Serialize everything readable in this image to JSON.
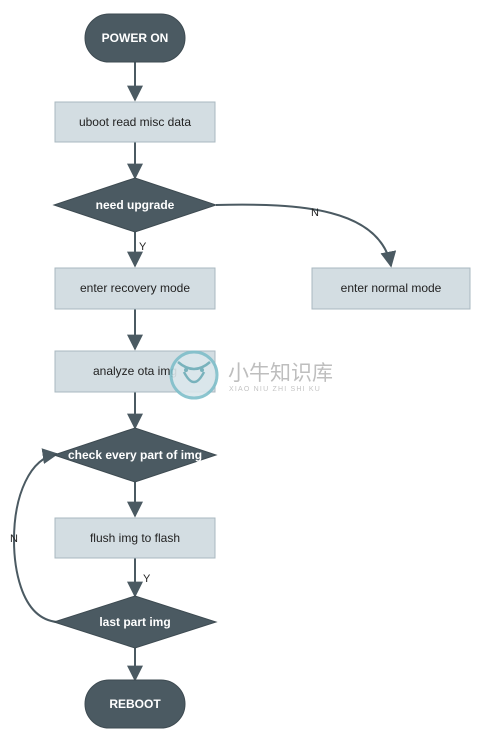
{
  "diagram": {
    "nodes": {
      "power_on": "POWER ON",
      "uboot_read": "uboot read misc data",
      "need_upgrade": "need upgrade",
      "enter_recovery": "enter recovery mode",
      "enter_normal": "enter normal mode",
      "analyze_ota": "analyze ota img",
      "check_every_part": "check every part of img",
      "flush_img": "flush img to flash",
      "last_part": "last part img",
      "reboot": "REBOOT"
    },
    "edge_labels": {
      "upgrade_yes": "Y",
      "upgrade_no": "N",
      "flush_yes": "Y",
      "last_part_no": "N"
    }
  },
  "watermark": {
    "title": "小牛知识库",
    "subtitle": "XIAO NIU ZHI SHI KU"
  },
  "colors": {
    "dark_node": "#4b5a62",
    "light_node": "#d3dde2",
    "light_node_border": "#a9b8c0",
    "edge": "#4b5a62"
  }
}
